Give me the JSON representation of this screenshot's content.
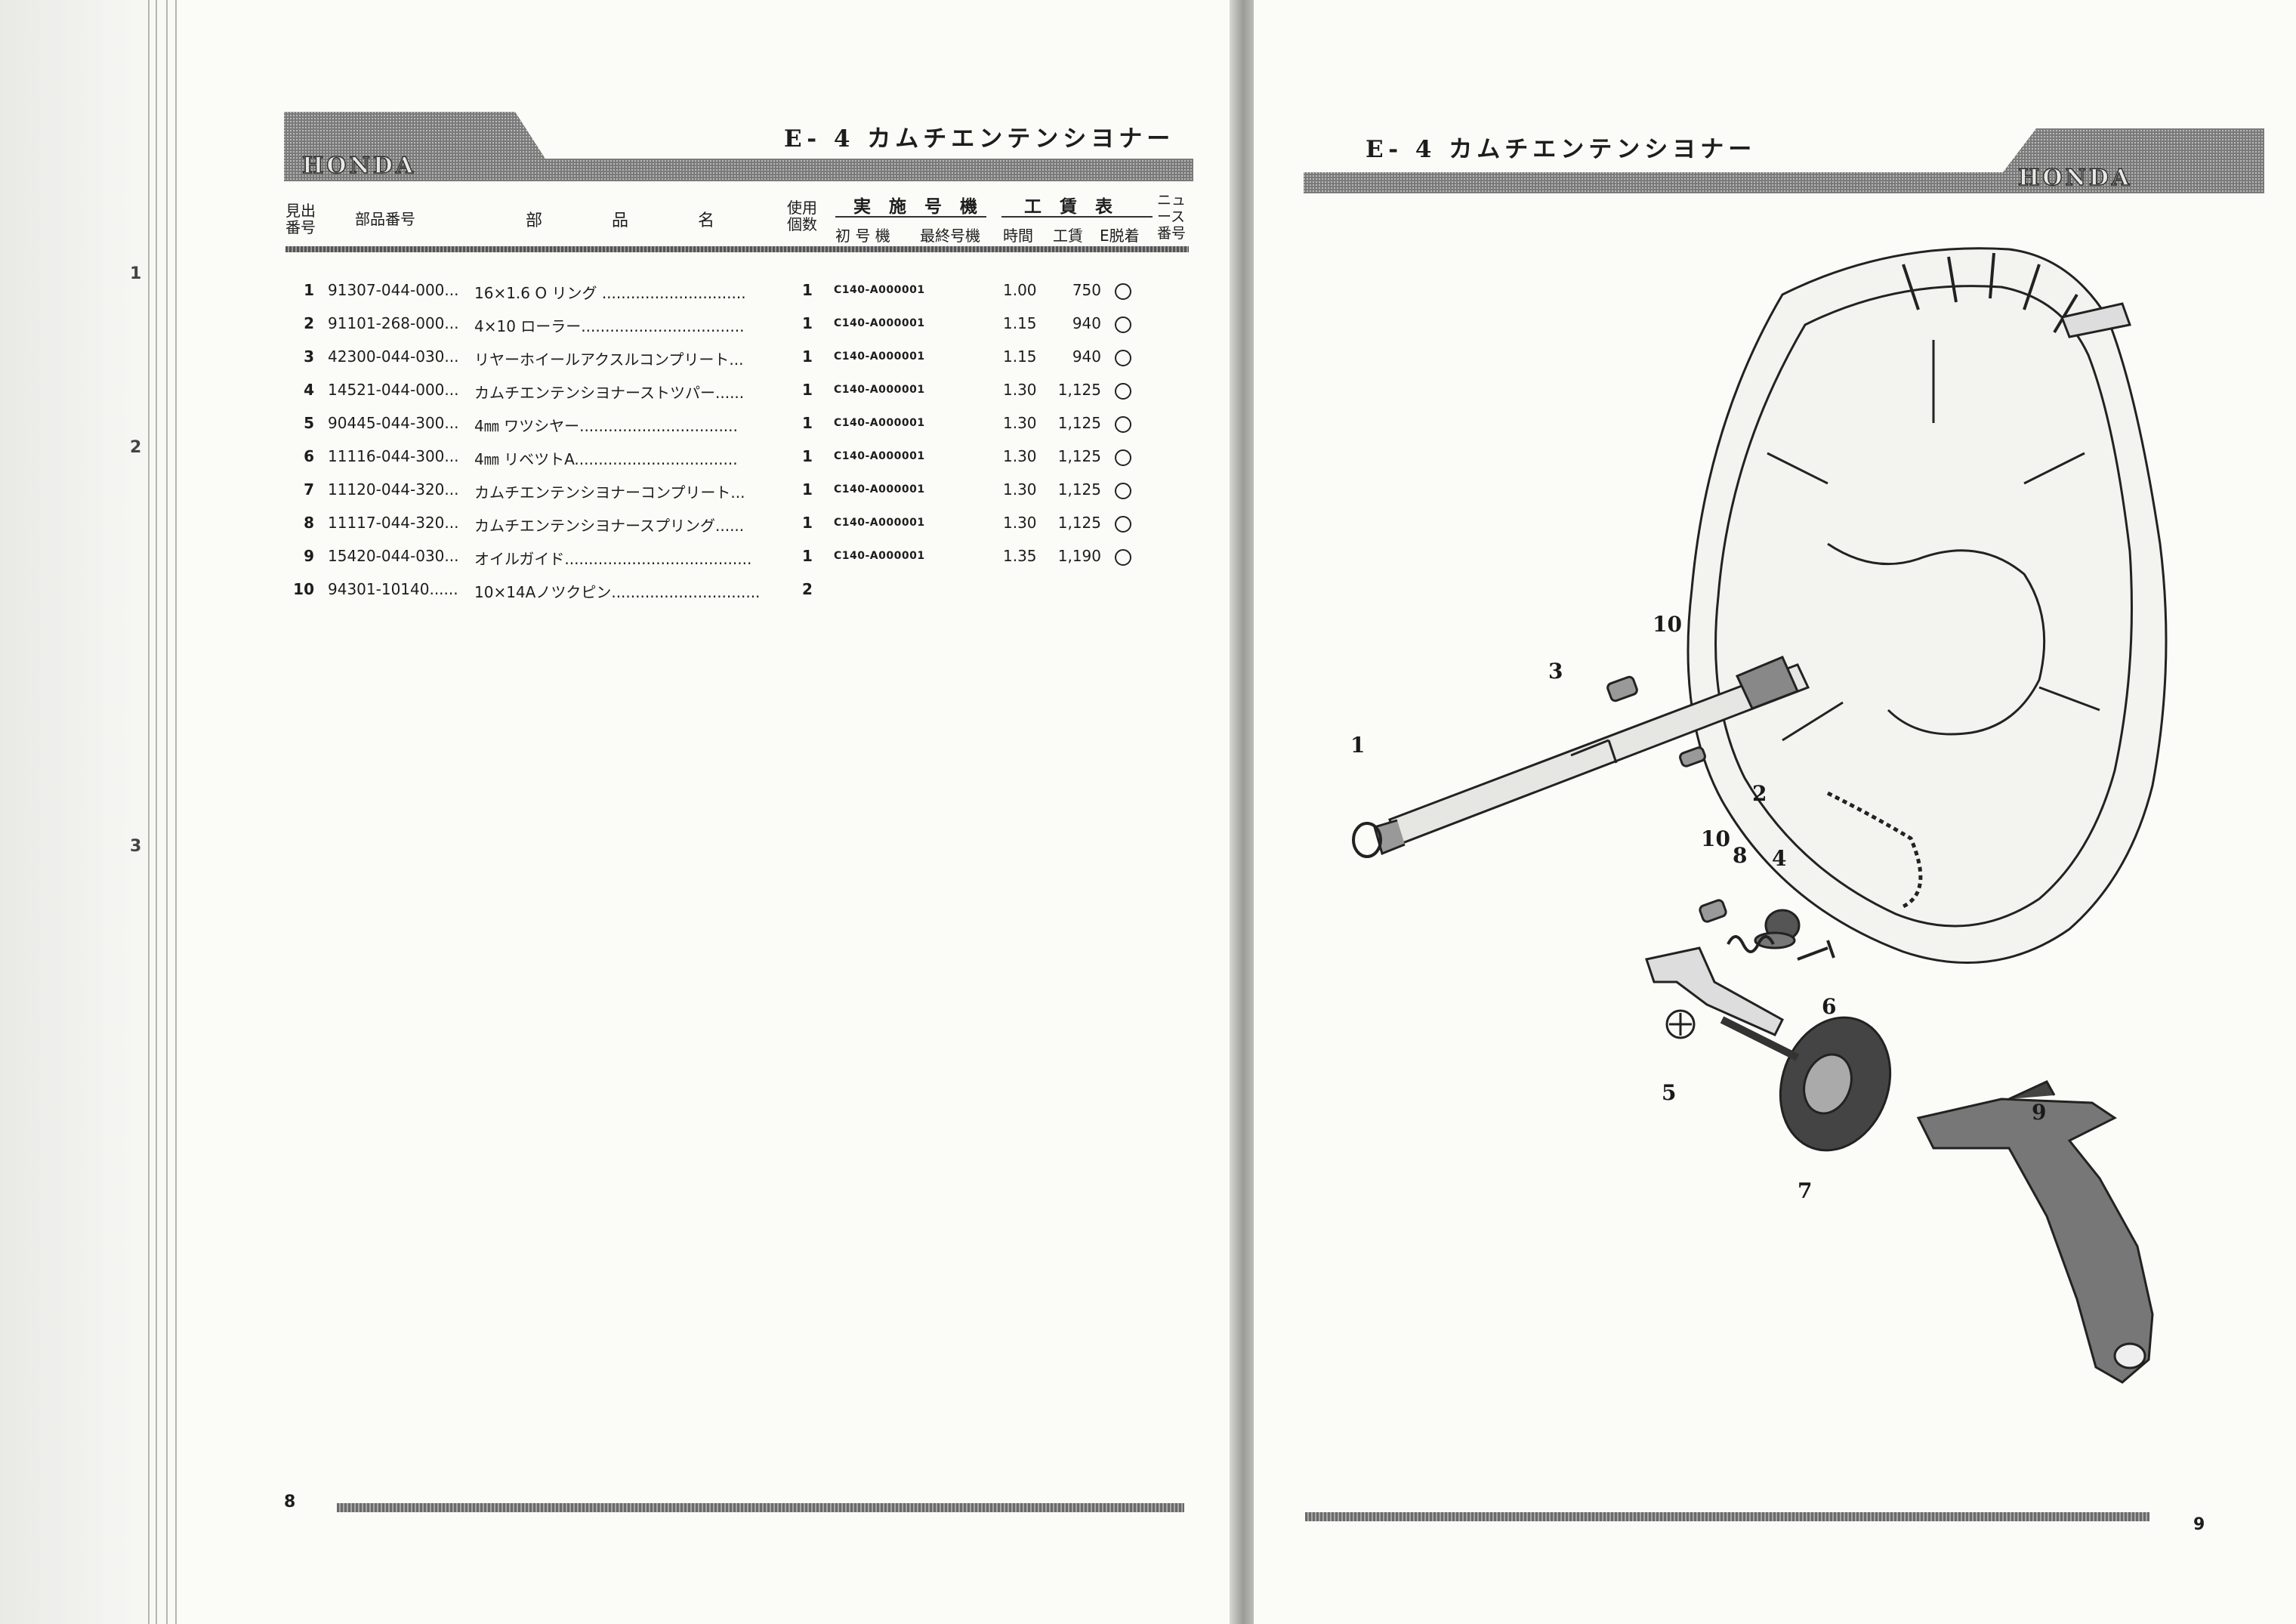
{
  "title": "E- 4  カムチエンテンシヨナー",
  "brand": "HONDA",
  "left_margin_numbers": [
    "1",
    "2",
    "3"
  ],
  "table": {
    "headers": {
      "ref_no": "見出\n番号",
      "part_no": "部品番号",
      "name_chars": [
        "部",
        "品",
        "名"
      ],
      "qty": "使用\n個数",
      "applicable_group": "実 施 号 機",
      "first_unit": "初 号 機",
      "last_unit": "最終号機",
      "labor_group": "工 賃 表",
      "hours": "時間",
      "cost": "工賃",
      "removal": "E脱着",
      "news_no": "ニュース番号"
    },
    "rows": [
      {
        "no": "1",
        "part": "91307-044-000...",
        "name": "16×1.6 O リング ..............................",
        "qty": "1",
        "first": "C140-A000001",
        "hours": "1.00",
        "cost": "750",
        "mark": true
      },
      {
        "no": "2",
        "part": "91101-268-000...",
        "name": "4×10 ローラー..................................",
        "qty": "1",
        "first": "C140-A000001",
        "hours": "1.15",
        "cost": "940",
        "mark": true
      },
      {
        "no": "3",
        "part": "42300-044-030...",
        "name": "リヤーホイールアクスルコンプリート...",
        "qty": "1",
        "first": "C140-A000001",
        "hours": "1.15",
        "cost": "940",
        "mark": true
      },
      {
        "no": "4",
        "part": "14521-044-000...",
        "name": "カムチエンテンシヨナーストツパー......",
        "qty": "1",
        "first": "C140-A000001",
        "hours": "1.30",
        "cost": "1,125",
        "mark": true
      },
      {
        "no": "5",
        "part": "90445-044-300...",
        "name": "4㎜ ワツシヤー.................................",
        "qty": "1",
        "first": "C140-A000001",
        "hours": "1.30",
        "cost": "1,125",
        "mark": true
      },
      {
        "no": "6",
        "part": "11116-044-300...",
        "name": "4㎜ リベツトA..................................",
        "qty": "1",
        "first": "C140-A000001",
        "hours": "1.30",
        "cost": "1,125",
        "mark": true
      },
      {
        "no": "7",
        "part": "11120-044-320...",
        "name": "カムチエンテンシヨナーコンプリート...",
        "qty": "1",
        "first": "C140-A000001",
        "hours": "1.30",
        "cost": "1,125",
        "mark": true
      },
      {
        "no": "8",
        "part": "11117-044-320...",
        "name": "カムチエンテンシヨナースプリング......",
        "qty": "1",
        "first": "C140-A000001",
        "hours": "1.30",
        "cost": "1,125",
        "mark": true
      },
      {
        "no": "9",
        "part": "15420-044-030...",
        "name": "オイルガイド.......................................",
        "qty": "1",
        "first": "C140-A000001",
        "hours": "1.35",
        "cost": "1,190",
        "mark": true
      },
      {
        "no": "10",
        "part": "94301-10140......",
        "name": "10×14Aノツクピン...............................",
        "qty": "2",
        "first": "",
        "hours": "",
        "cost": "",
        "mark": false
      }
    ]
  },
  "page_left": "8",
  "page_right": "9",
  "diagram": {
    "callouts": [
      "1",
      "2",
      "3",
      "4",
      "5",
      "6",
      "7",
      "8",
      "9",
      "10",
      "10"
    ]
  }
}
